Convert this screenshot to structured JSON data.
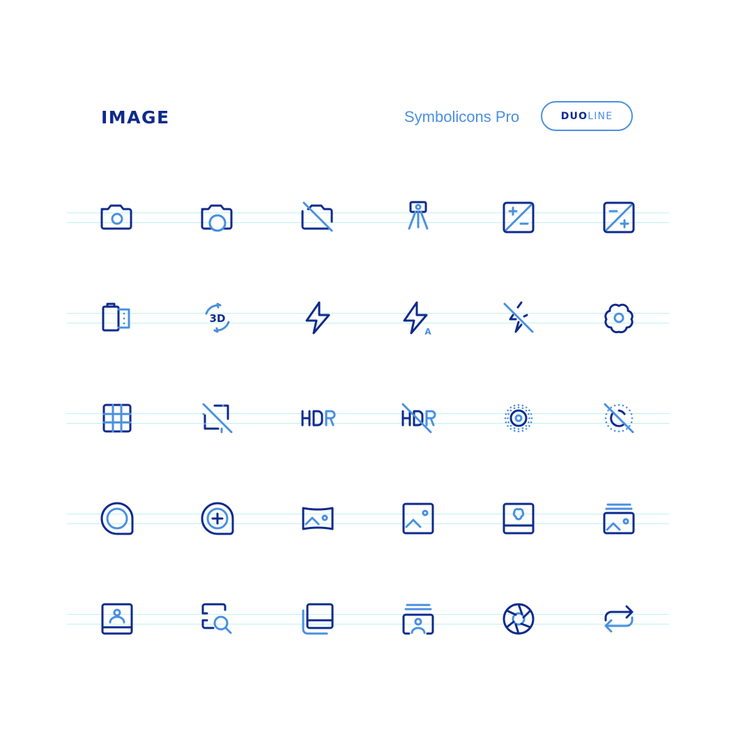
{
  "header": {
    "title": "IMAGE",
    "brand": "Symbolicons Pro",
    "badge_part1": "DUO",
    "badge_part2": "LINE"
  },
  "colors": {
    "dark": "#0E2A8C",
    "light": "#4A8FE0",
    "guide": "#BFF0EE"
  },
  "icons": [
    [
      "camera-icon",
      "camera-lens-icon",
      "camera-off-icon",
      "tripod-camera-icon",
      "exposure-plus-minus-icon",
      "exposure-minus-plus-icon"
    ],
    [
      "film-roll-icon",
      "rotate-3d-icon",
      "flash-icon",
      "flash-auto-icon",
      "flash-off-icon",
      "flower-icon"
    ],
    [
      "grid-icon",
      "crop-off-icon",
      "hdr-icon",
      "hdr-off-icon",
      "exposure-dots-icon",
      "exposure-dots-off-icon"
    ],
    [
      "lens-icon",
      "lens-zoom-icon",
      "panorama-icon",
      "image-icon",
      "image-flower-icon",
      "image-stack-icon"
    ],
    [
      "portrait-icon",
      "image-search-icon",
      "layers-icon",
      "portrait-stack-icon",
      "aperture-icon",
      "repeat-icon"
    ]
  ]
}
